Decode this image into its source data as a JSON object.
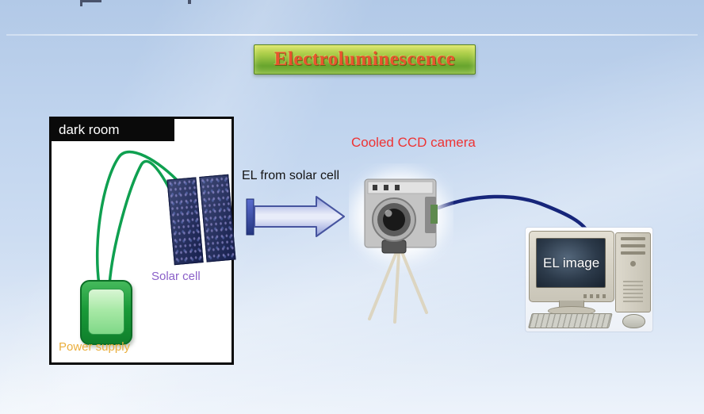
{
  "title": {
    "text": "Electroluminescence",
    "text_color": "#e8542e",
    "banner_green": "#6fae33"
  },
  "dark_room": {
    "header_label": "dark room",
    "solar_cell_label": "Solar cell",
    "solar_cell_label_color": "#8a5fc8",
    "power_supply_label": "Power supply",
    "power_supply_label_color": "#eaae3c",
    "wire_color": "#0fa050"
  },
  "flow": {
    "el_label": "EL from solar cell",
    "arrow_fill": "#e8ecf9",
    "arrow_border": "#46549f"
  },
  "camera": {
    "label": "Cooled CCD camera",
    "label_color": "#ee3333",
    "cable_color": "#16257a"
  },
  "computer": {
    "screen_label": "EL image"
  }
}
